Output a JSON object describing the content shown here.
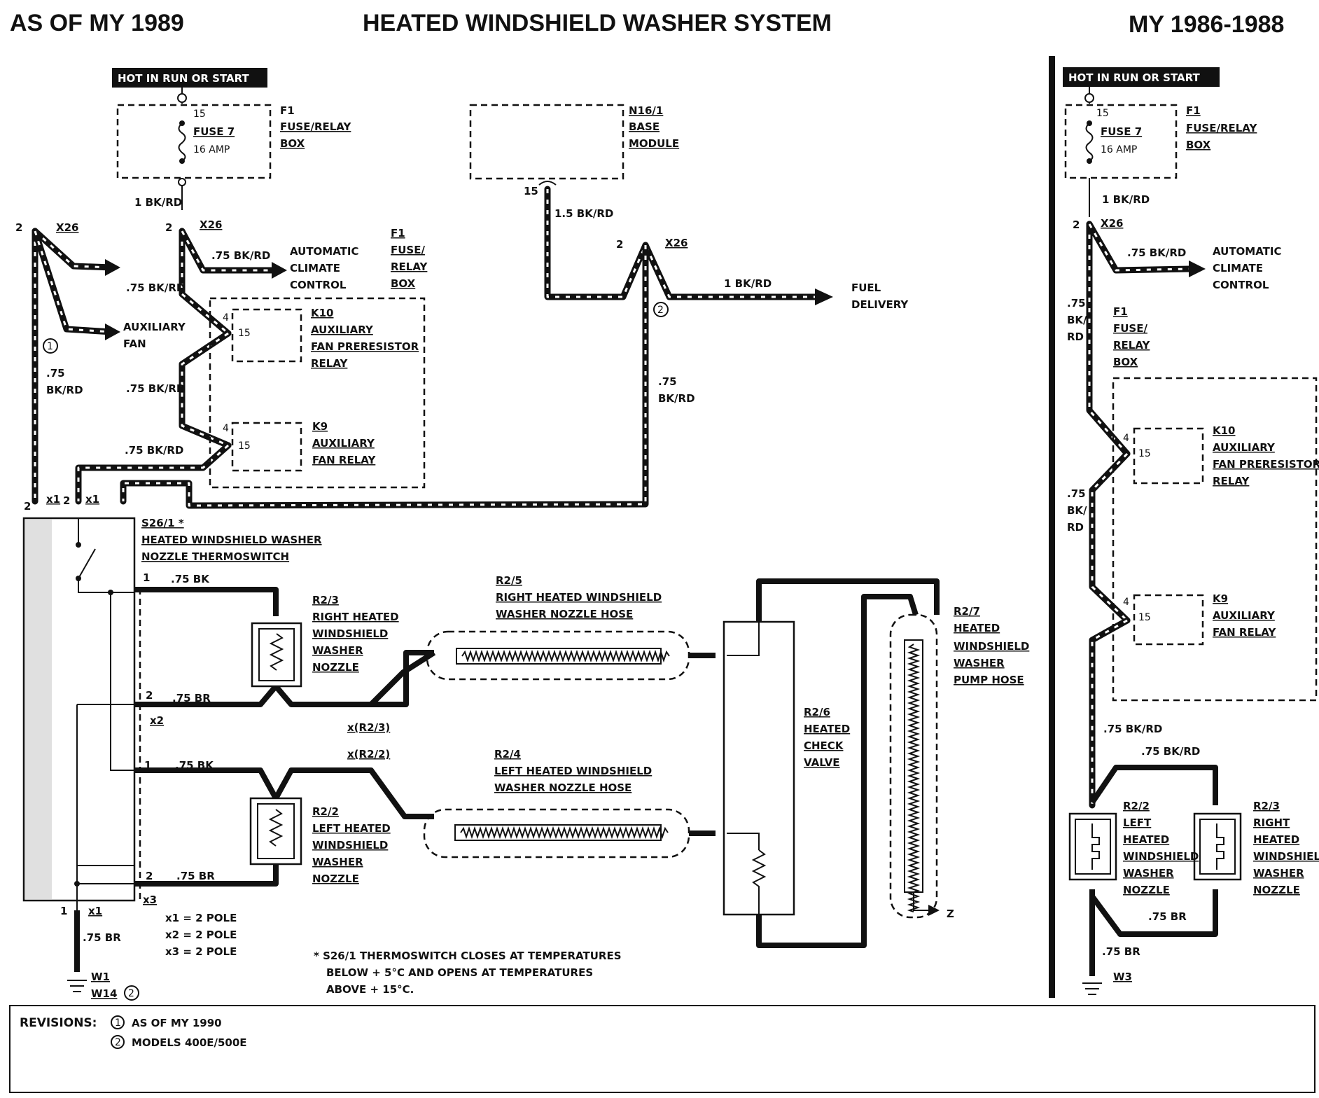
{
  "header": {
    "left": "AS OF MY 1989",
    "title": "HEATED WINDSHIELD WASHER SYSTEM",
    "right": "MY 1986-1988"
  },
  "main": {
    "hot_label": "HOT IN RUN OR START",
    "fuse": {
      "pin": "15",
      "name": "FUSE 7",
      "rating": "16 AMP",
      "id": "F1",
      "desc": [
        "FUSE/RELAY",
        "BOX"
      ]
    },
    "base_module": {
      "id": "N16/1",
      "desc": [
        "BASE",
        "MODULE"
      ],
      "pin": "15",
      "wire": "1.5 BK/RD"
    },
    "wire_1bkrd": "1 BK/RD",
    "x26": "X26",
    "pin2": "2",
    "pin4": "4",
    "pin15": "15",
    "wire_075bkrd": ".75 BK/RD",
    "wire_075": ".75",
    "wire_bkrd": "BK/RD",
    "climate": [
      "AUTOMATIC",
      "CLIMATE",
      "CONTROL"
    ],
    "aux_fan": [
      "AUXILIARY",
      "FAN"
    ],
    "f1_box": [
      "F1",
      "FUSE/",
      "RELAY",
      "BOX"
    ],
    "k10": {
      "id": "K10",
      "desc": [
        "AUXILIARY",
        "FAN PRERESISTOR",
        "RELAY"
      ]
    },
    "k9": {
      "id": "K9",
      "desc": [
        "AUXILIARY",
        "FAN RELAY"
      ]
    },
    "fuel": {
      "wire": "1 BK/RD",
      "label": [
        "FUEL",
        "DELIVERY"
      ]
    },
    "circle1": "1",
    "circle2": "2",
    "x1": "x1",
    "x2": "x2",
    "x3": "x3",
    "pin1": "1",
    "s26": {
      "id": "S26/1 *",
      "desc": [
        "HEATED WINDSHIELD WASHER",
        "NOZZLE THERMOSWITCH"
      ]
    },
    "wire_075bk": ".75 BK",
    "wire_075br": ".75 BR",
    "r23": {
      "id": "R2/3",
      "desc": [
        "RIGHT HEATED",
        "WINDSHIELD",
        "WASHER",
        "NOZZLE"
      ]
    },
    "r22": {
      "id": "R2/2",
      "desc": [
        "LEFT HEATED",
        "WINDSHIELD",
        "WASHER",
        "NOZZLE"
      ]
    },
    "r25": {
      "id": "R2/5",
      "desc": [
        "RIGHT HEATED WINDSHIELD",
        "WASHER NOZZLE HOSE"
      ]
    },
    "r24": {
      "id": "R2/4",
      "desc": [
        "LEFT HEATED WINDSHIELD",
        "WASHER NOZZLE HOSE"
      ]
    },
    "r26": {
      "id": "R2/6",
      "desc": [
        "HEATED",
        "CHECK",
        "VALVE"
      ]
    },
    "r27": {
      "id": "R2/7",
      "desc": [
        "HEATED",
        "WINDSHIELD",
        "WASHER",
        "PUMP HOSE"
      ]
    },
    "xr23": "x(R2/3)",
    "xr22": "x(R2/2)",
    "z": "Z",
    "poles": [
      "x1 = 2 POLE",
      "x2 = 2 POLE",
      "x3 = 2 POLE"
    ],
    "note": [
      "* S26/1 THERMOSWITCH CLOSES AT TEMPERATURES",
      "BELOW  + 5°C AND OPENS AT TEMPERATURES",
      "ABOVE  + 15°C."
    ],
    "ground": [
      "W1",
      "W14"
    ]
  },
  "side": {
    "hot_label": "HOT IN RUN OR START",
    "fuse": {
      "pin": "15",
      "name": "FUSE 7",
      "rating": "16 AMP",
      "id": "F1",
      "desc": [
        "FUSE/RELAY",
        "BOX"
      ]
    },
    "wire_1bkrd": "1 BK/RD",
    "x26": "X26",
    "pin2": "2",
    "wire_075bkrd": ".75 BK/RD",
    "climate": [
      "AUTOMATIC",
      "CLIMATE",
      "CONTROL"
    ],
    "f1_box": [
      "F1",
      "FUSE/",
      "RELAY",
      "BOX"
    ],
    "v075": [
      ".75",
      "BK/",
      "RD"
    ],
    "k10": {
      "id": "K10",
      "desc": [
        "AUXILIARY",
        "FAN PRERESISTOR",
        "RELAY"
      ]
    },
    "k9": {
      "id": "K9",
      "desc": [
        "AUXILIARY",
        "FAN RELAY"
      ]
    },
    "pin4": "4",
    "pin15": "15",
    "r22": {
      "id": "R2/2",
      "desc": [
        "LEFT",
        "HEATED",
        "WINDSHIELD",
        "WASHER",
        "NOZZLE"
      ]
    },
    "r23": {
      "id": "R2/3",
      "desc": [
        "RIGHT",
        "HEATED",
        "WINDSHIELD",
        "WASHER",
        "NOZZLE"
      ]
    },
    "wire_075br": ".75 BR",
    "ground": "W3"
  },
  "revisions": {
    "label": "REVISIONS:",
    "items": [
      {
        "num": "1",
        "text": "AS OF MY 1990"
      },
      {
        "num": "2",
        "text": "MODELS 400E/500E"
      }
    ]
  }
}
